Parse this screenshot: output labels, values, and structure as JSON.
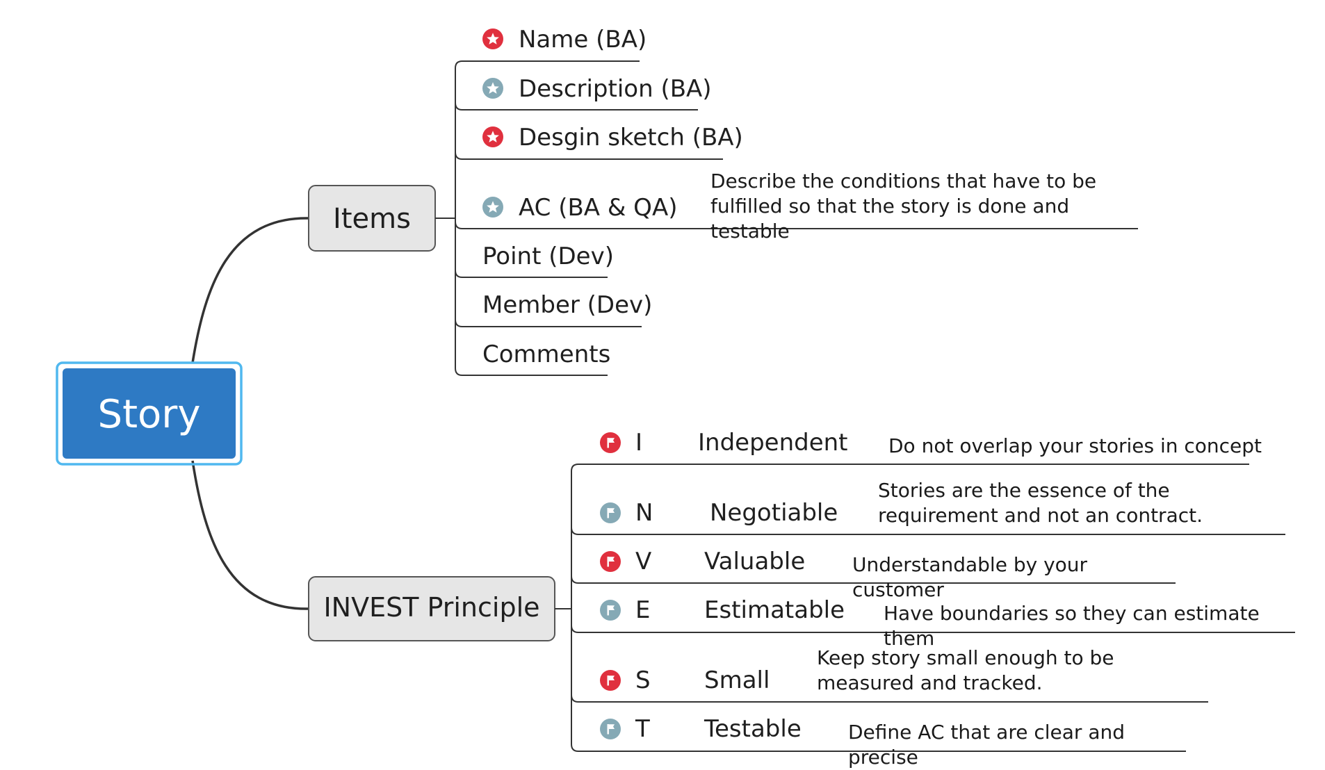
{
  "colors": {
    "root_fill": "#2e7ac4",
    "root_border": "#50b8ef",
    "branch_fill": "#e6e6e6",
    "branch_border": "#555555",
    "line": "#333333",
    "icon_red": "#e0303e",
    "icon_gray": "#85a9b5"
  },
  "root": {
    "label": "Story"
  },
  "branches": {
    "items": {
      "label": "Items",
      "children": [
        {
          "label": "Name (BA)",
          "icon": "star-icon",
          "icon_color": "red",
          "note": ""
        },
        {
          "label": "Description (BA)",
          "icon": "star-icon",
          "icon_color": "gray",
          "note": ""
        },
        {
          "label": "Desgin sketch (BA)",
          "icon": "star-icon",
          "icon_color": "red",
          "note": ""
        },
        {
          "label": "AC (BA & QA)",
          "icon": "star-icon",
          "icon_color": "gray",
          "note": "Describe the conditions that have to be fulfilled so that the story is done and testable"
        },
        {
          "label": "Point (Dev)",
          "icon": "",
          "icon_color": "",
          "note": ""
        },
        {
          "label": "Member (Dev)",
          "icon": "",
          "icon_color": "",
          "note": ""
        },
        {
          "label": "Comments",
          "icon": "",
          "icon_color": "",
          "note": ""
        }
      ]
    },
    "invest": {
      "label": "INVEST Principle",
      "children": [
        {
          "letter": "I",
          "word": "Independent",
          "icon": "flag-icon",
          "icon_color": "red",
          "note": "Do not overlap your stories in concept"
        },
        {
          "letter": "N",
          "word": "Negotiable",
          "icon": "flag-icon",
          "icon_color": "gray",
          "note": "Stories are the essence of the requirement and not an contract."
        },
        {
          "letter": "V",
          "word": "Valuable",
          "icon": "flag-icon",
          "icon_color": "red",
          "note": "Understandable by your customer"
        },
        {
          "letter": "E",
          "word": "Estimatable",
          "icon": "flag-icon",
          "icon_color": "gray",
          "note": "Have boundaries so they can estimate them"
        },
        {
          "letter": "S",
          "word": "Small",
          "icon": "flag-icon",
          "icon_color": "red",
          "note": "Keep story small enough to be measured and tracked."
        },
        {
          "letter": "T",
          "word": "Testable",
          "icon": "flag-icon",
          "icon_color": "gray",
          "note": "Define AC that are clear and precise"
        }
      ]
    }
  }
}
